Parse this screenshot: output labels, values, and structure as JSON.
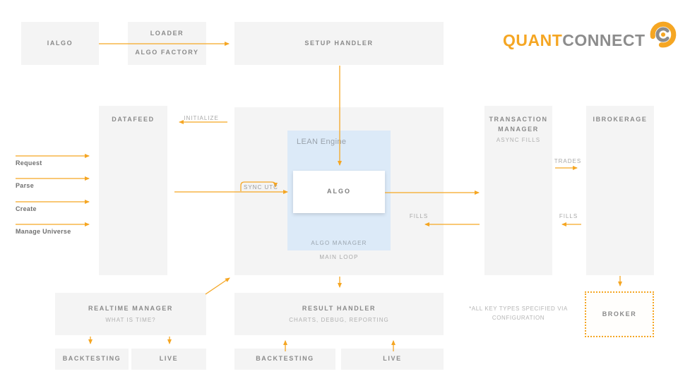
{
  "logo": {
    "part1": "QUANT",
    "part2": "CONNECT"
  },
  "colors": {
    "accent": "#F5A623",
    "node_bg": "#F4F4F4",
    "lean_engine_bg": "#DCEAF8",
    "title_text": "#8A8A8A",
    "muted_text": "#B0B0B0",
    "logo_gray": "#8C8C8C"
  },
  "nodes": {
    "ialgo": {
      "title": "IALGO"
    },
    "loader": {
      "title": "LOADER",
      "subtitle": "ALGO FACTORY"
    },
    "setup_handler": {
      "title": "SETUP HANDLER"
    },
    "datafeed": {
      "title": "DATAFEED"
    },
    "lean_engine": {
      "title": "LEAN Engine",
      "footer": "ALGO MANAGER"
    },
    "main_loop": {
      "footer": "MAIN LOOP"
    },
    "algo": {
      "title": "ALGO"
    },
    "transaction_manager": {
      "title": "TRANSACTION MANAGER",
      "subtitle": "ASYNC FILLS"
    },
    "ibrokerage": {
      "title": "IBROKERAGE"
    },
    "broker": {
      "title": "BROKER"
    },
    "realtime_manager": {
      "title": "REALTIME MANAGER",
      "subtitle": "WHAT IS TIME?"
    },
    "result_handler": {
      "title": "RESULT HANDLER",
      "subtitle": "CHARTS, DEBUG, REPORTING"
    },
    "backtesting_left": {
      "title": "BACKTESTING"
    },
    "live_left": {
      "title": "LIVE"
    },
    "backtesting_mid": {
      "title": "BACKTESTING"
    },
    "live_mid": {
      "title": "LIVE"
    }
  },
  "edge_labels": {
    "initialize": "INITIALIZE",
    "sync_utc": "SYNC UTC",
    "request": "Request",
    "parse": "Parse",
    "create": "Create",
    "manage_universe": "Manage Universe",
    "trades": "TRADES",
    "fills_mid": "FILLS",
    "fills_right": "FILLS"
  },
  "note": "*ALL KEY TYPES SPECIFIED VIA CONFIGURATION"
}
